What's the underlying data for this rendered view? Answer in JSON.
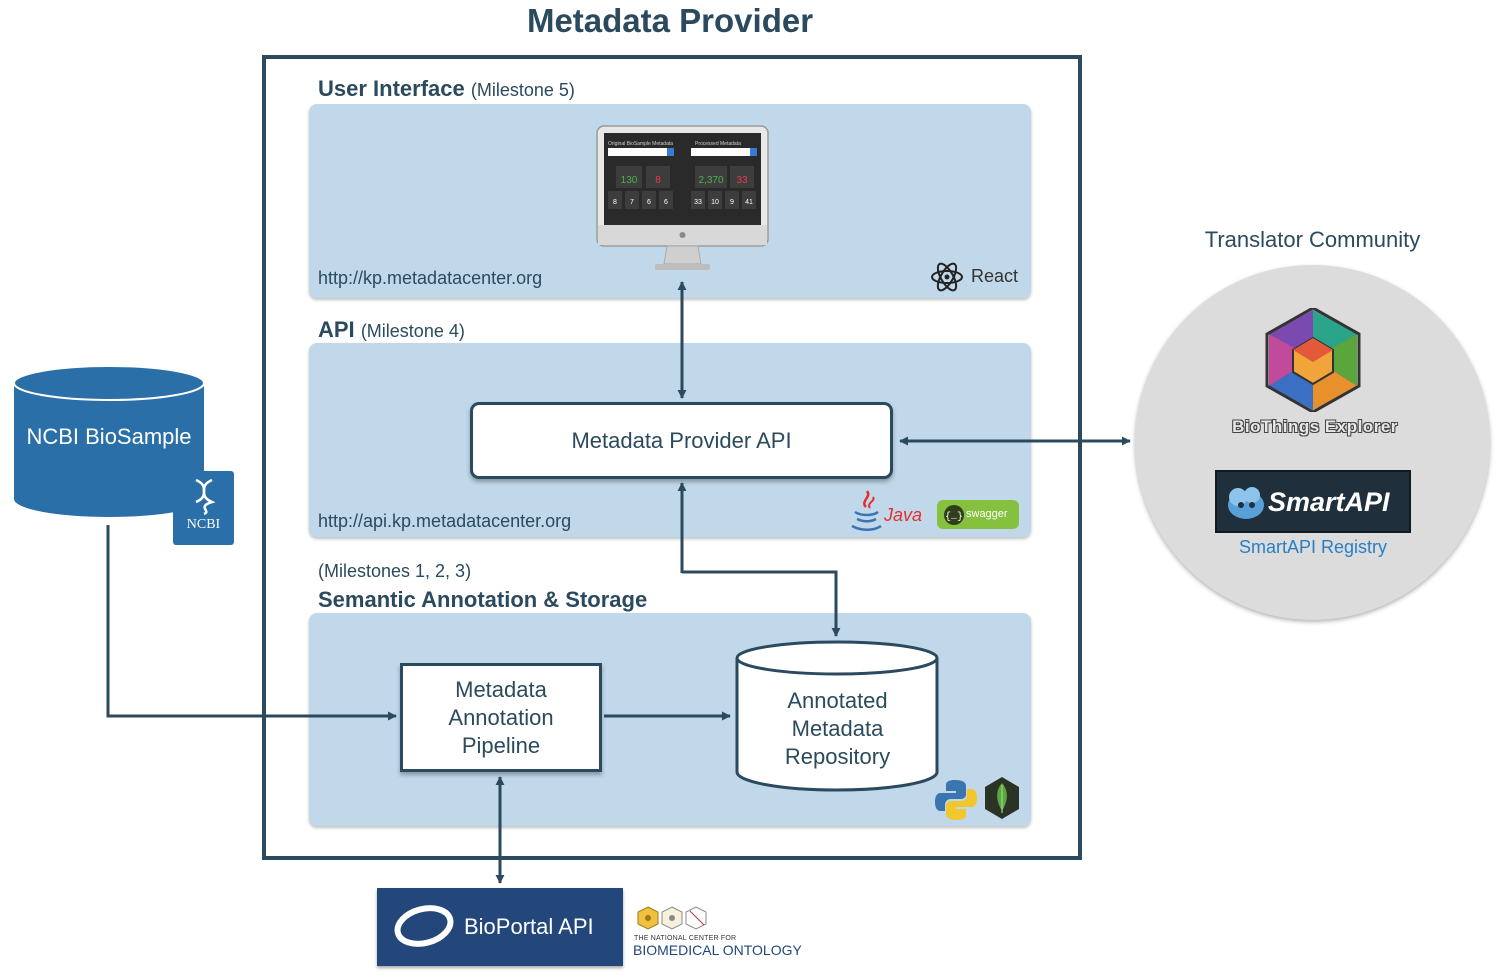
{
  "title": "Metadata Provider",
  "ui_section": {
    "heading": "User Interface",
    "milestone": "(Milestone 5)",
    "url": "http://kp.metadatacenter.org",
    "tech": "React",
    "screen": {
      "left_title": "Original BioSample Metadata",
      "right_title": "Processed Metadata",
      "left_samples": "130",
      "left_props": "8",
      "right_samples": "2,370",
      "right_props": "33",
      "left_row": [
        "8",
        "7",
        "6",
        "6"
      ],
      "right_row": [
        "33",
        "10",
        "9",
        "41"
      ]
    }
  },
  "api_section": {
    "heading": "API",
    "milestone": "(Milestone 4)",
    "box_label": "Metadata Provider API",
    "url": "http://api.kp.metadatacenter.org",
    "tech_java": "Java",
    "tech_swagger": "swagger"
  },
  "semantic_section": {
    "milestones": "(Milestones 1, 2, 3)",
    "heading": "Semantic Annotation & Storage",
    "pipeline_label": "Metadata Annotation Pipeline",
    "repository_label": "Annotated Metadata Repository"
  },
  "ncbi": {
    "label": "NCBI BioSample",
    "badge": "NCBI"
  },
  "community": {
    "title": "Translator Community",
    "biothings": "BioThings Explorer",
    "smartapi_logo": "SmartAPI",
    "smartapi_registry": "SmartAPI Registry"
  },
  "bioportal": {
    "label": "BioPortal API",
    "ncbo_small": "THE NATIONAL CENTER FOR",
    "ncbo_big": "BIOMEDICAL ONTOLOGY"
  },
  "colors": {
    "dark": "#2b4a5e",
    "panel": "#c1d8ea",
    "ncbi_blue": "#2a6fa8",
    "bioportal_blue": "#23477a"
  }
}
